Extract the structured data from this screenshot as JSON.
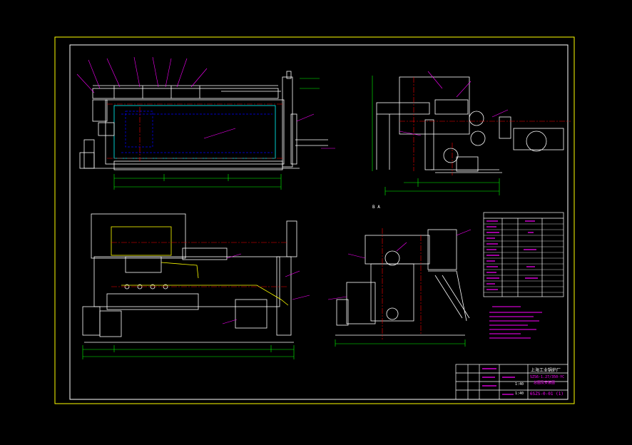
{
  "colors": {
    "background": "#000000",
    "sheet_border": "#ffff00",
    "frame": "#ffffff",
    "dimension": "#00ff00",
    "leader_text": "#ff00ff",
    "structure": "#ffffff",
    "hidden": "#0000ff",
    "center": "#ff0000",
    "annotation_yellow": "#ffff00",
    "cyan": "#00ffff"
  },
  "labels": {
    "view_a": "B A"
  },
  "title_block": {
    "company": "上海工业锅炉厂",
    "title_line1": "SZS6-1.27/350-YC",
    "title_line2": "总图及安装图",
    "drawing_no": "6SZS-0-01 (1)",
    "scale_1": "1:40",
    "scale_2": "1:40"
  }
}
